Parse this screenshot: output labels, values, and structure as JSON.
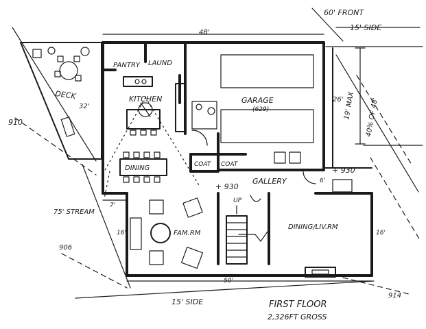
{
  "labels": {
    "front_setback": "60' FRONT",
    "side_setback_top": "15' SIDE",
    "width_top": "48'",
    "pantry": "PANTRY",
    "laundry": "LAUND",
    "deck": "DECK",
    "deck_dim": "32'",
    "kitchen": "KITCHEN",
    "garage": "GARAGE",
    "garage_elev": "(629)",
    "garage_depth": "26'",
    "max_dim": "19' MAX",
    "pct_note": "40% OF 48'",
    "coat1": "COAT",
    "coat2": "COAT",
    "dining": "DINING",
    "elev_930_a": "+ 930",
    "elev_930_b": "+ 930",
    "gallery": "GALLERY",
    "elev_6": "6'",
    "contour_910": "910",
    "stream": "75' STREAM",
    "dim_7": "7'",
    "up": "UP",
    "dim_16_left": "16'",
    "fam_rm": "FAM.RM",
    "dining_liv": "DINING/LIV.RM",
    "dim_16_right": "16'",
    "contour_906": "906",
    "dim_50": "50'",
    "side_setback_bottom": "15' SIDE",
    "contour_914": "914",
    "floor_title": "FIRST FLOOR",
    "floor_area": "2,326FT GROSS"
  }
}
